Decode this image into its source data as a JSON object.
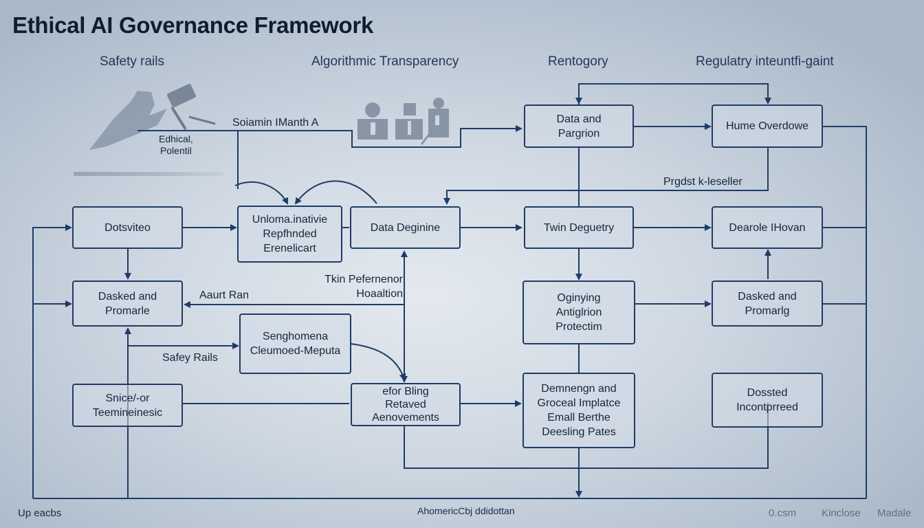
{
  "title": "Ethical AI Governance Framework",
  "headers": {
    "h1": "Safety rails",
    "h2": "Algorithmic Transparency",
    "h3": "Rentogory",
    "h4": "Regulatry inteuntfi-gaint"
  },
  "labels": {
    "soiamin": "Soiamin IManth A",
    "ethical": "Edhical,\nPolentil",
    "prgdst": "Prgdst  k-leseller",
    "aaurt": "Aaurt Ran",
    "tkin": "Tkin Pefernenor\nHoaaltion",
    "safey": "Safey Rails"
  },
  "boxes": {
    "dotsviteo": "Dotsviteo",
    "unloma": "Unloma.inativie\nRepfhnded\nErenelicart",
    "data_degining": "Data Deginine",
    "data_and": "Data and\nPargrion",
    "hume": "Hume Overdowe",
    "twin": "Twin Deguetry",
    "dearole": "Dearole IHovan",
    "dasked1": "Dasked and\nPromarle",
    "oginying": "Oginying\nAntiglrion\nProtectim",
    "dasked2": "Dasked and\nPromarlg",
    "senghomena": "Senghomena\nCleumoed-Meputa",
    "sniceor": "Snice/-or\nTeemineinesic",
    "efor": "efor Bling\nRetaved\nAenovements",
    "demnengn": "Demnengn and\nGroceal Implatce\nEmall Berthe\nDeesling Pates",
    "dossted": "Dossted\nIncontprreed"
  },
  "footer": {
    "left": "Up eacbs",
    "center": "AhomericCbj ddidottan",
    "right1": "0.csm",
    "right2": "Kinclose",
    "right3": "Madale"
  },
  "colors": {
    "line": "#1e3c66",
    "title": "#0f1d30",
    "icon": "#7d8a9b"
  }
}
